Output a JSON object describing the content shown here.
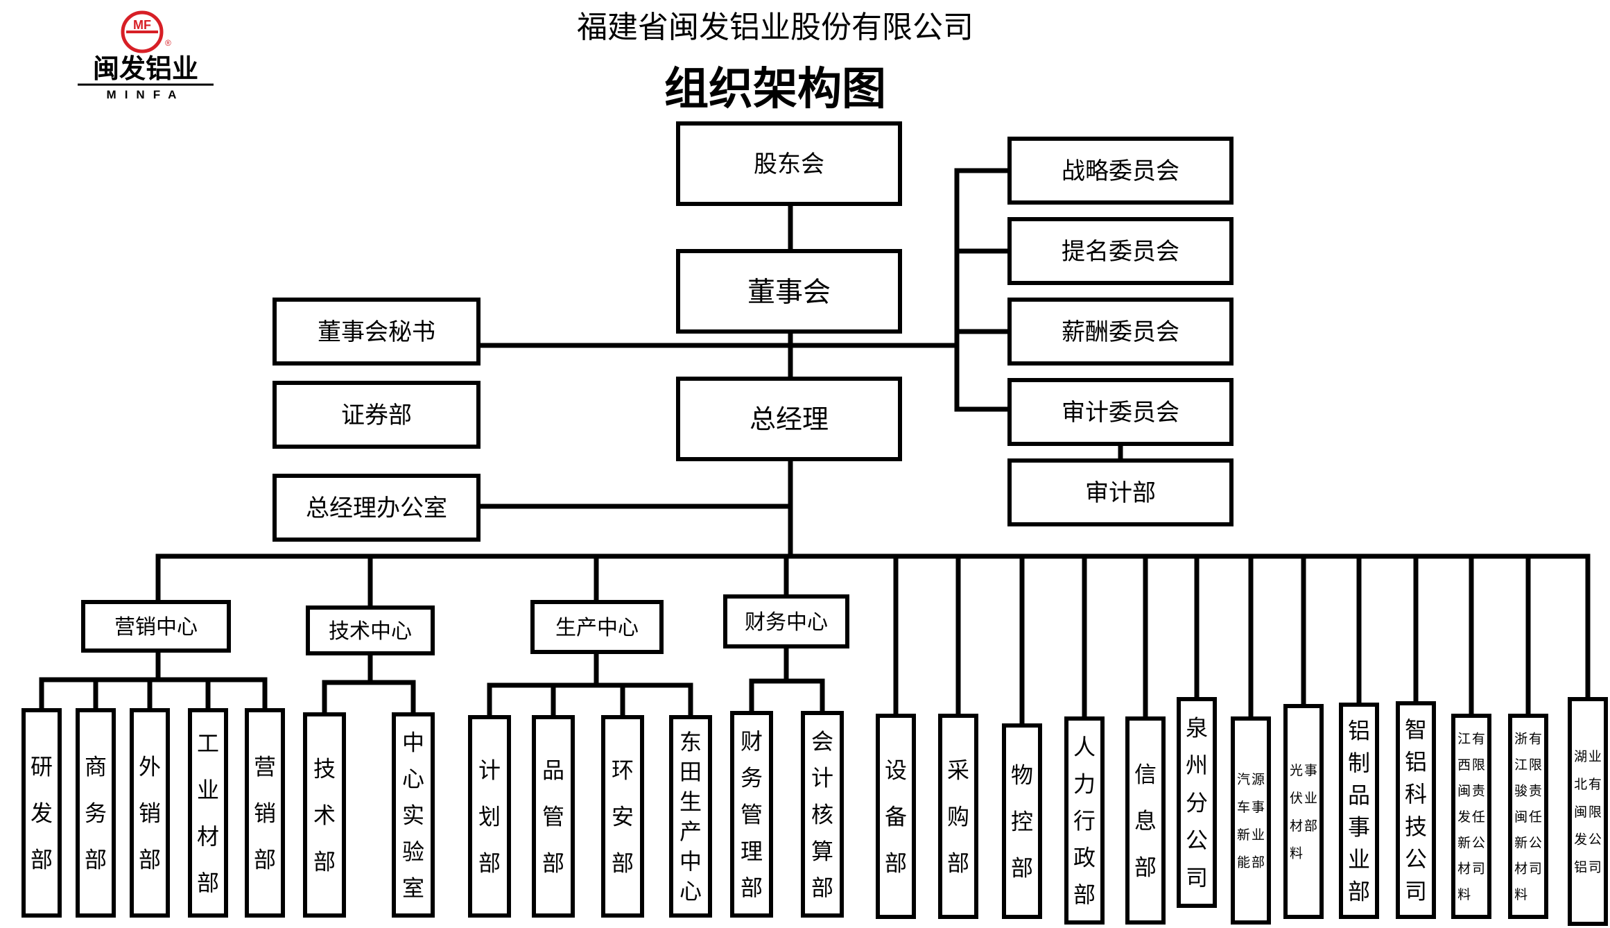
{
  "company": {
    "name": "福建省闽发铝业股份有限公司",
    "chart_title": "组织架构图",
    "logo_mark": "MF",
    "logo_cn": "闽发铝业",
    "logo_en": "MINFA",
    "logo_reg": "®",
    "brand_color": "#d71f26"
  },
  "governance": {
    "shareholders": "股东会",
    "board": "董事会",
    "gm": "总经理",
    "board_secretary": "董事会秘书",
    "securities_dept": "证券部",
    "gm_office": "总经理办公室",
    "committees": [
      "战略委员会",
      "提名委员会",
      "薪酬委员会",
      "审计委员会"
    ],
    "audit_dept": "审计部"
  },
  "centers": [
    {
      "name": "营销中心",
      "units": [
        "研发部",
        "商务部",
        "外销部",
        "工业材部",
        "营销部"
      ]
    },
    {
      "name": "技术中心",
      "units": [
        "技术部",
        "中心实验室"
      ]
    },
    {
      "name": "生产中心",
      "units": [
        "计划部",
        "品管部",
        "环安部",
        "东田生产中心"
      ]
    },
    {
      "name": "财务中心",
      "units": [
        "财务管理部",
        "会计核算部"
      ]
    }
  ],
  "departments": [
    "设备部",
    "采购部",
    "物控部",
    "人力行政部",
    "信息部",
    "泉州分公司",
    "汽车新能源事业部",
    "光伏材料事业部",
    "铝制品事业部",
    "智铝科技公司",
    "江西闽发新材料有限责任公司",
    "浙江骏闽新材料有限责任公司",
    "湖北闽发铝业有限公司"
  ]
}
